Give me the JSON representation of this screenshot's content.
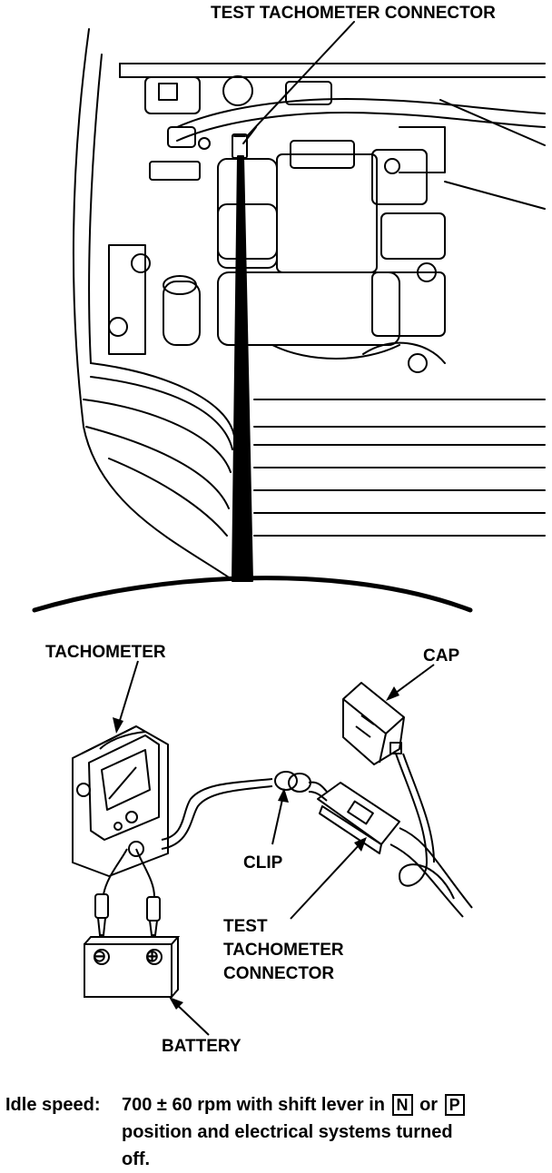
{
  "labels": {
    "top_connector": "TEST TACHOMETER CONNECTOR",
    "tachometer": "TACHOMETER",
    "cap": "CAP",
    "clip": "CLIP",
    "test_line1": "TEST",
    "test_line2": "TACHOMETER",
    "test_line3": "CONNECTOR",
    "battery": "BATTERY",
    "battery_neg": "⊖",
    "battery_pos": "⊕"
  },
  "spec": {
    "lead": "Idle speed:",
    "part1": "700 ± 60 rpm with shift lever in",
    "gear_n": "N",
    "or": "or",
    "gear_p": "P",
    "line2": "position and electrical systems turned",
    "line3": "off."
  }
}
